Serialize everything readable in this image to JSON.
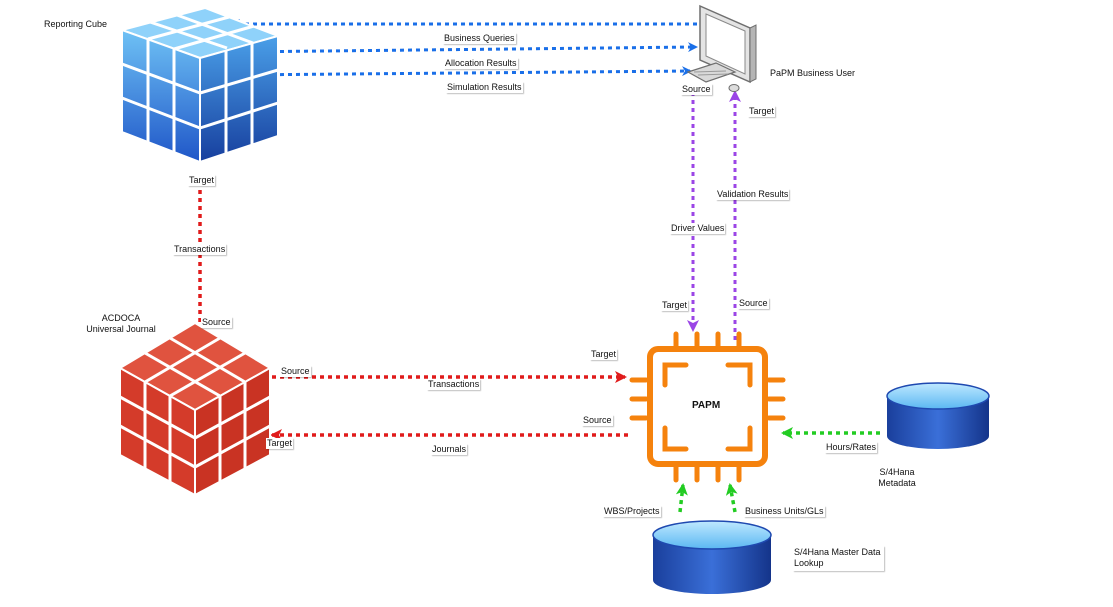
{
  "nodes": {
    "reporting_cube": "Reporting Cube",
    "acdoca_line1": "ACDOCA",
    "acdoca_line2": "Universal Journal",
    "papm": "PAPM",
    "business_user": "PaPM Business User",
    "s4_metadata_line1": "S/4Hana",
    "s4_metadata_line2": "Metadata",
    "s4_master_line1": "S/4Hana Master Data",
    "s4_master_line2": "Lookup"
  },
  "edges": {
    "business_queries": "Business Queries",
    "allocation_results": "Allocation Results",
    "simulation_results": "Simulation Results",
    "transactions_vertical": "Transactions",
    "transactions_horizontal": "Transactions",
    "journals": "Journals",
    "driver_values": "Driver Values",
    "validation_results": "Validation Results",
    "hours_rates": "Hours/Rates",
    "wbs_projects": "WBS/Projects",
    "business_units_gls": "Business Units/GLs"
  },
  "endpoints": {
    "cube_target": "Target",
    "acdoca_source": "Source",
    "acdoca_source_right": "Source",
    "acdoca_target": "Target",
    "papm_target_left": "Target",
    "papm_source_left": "Source",
    "papm_target_top": "Target",
    "papm_source_top": "Source",
    "user_source": "Source",
    "user_target": "Target"
  },
  "colors": {
    "blue_flow": "#1a6fe8",
    "red_flow": "#e01b1b",
    "purple_flow": "#9b45e6",
    "green_flow": "#22cc22",
    "papm_orange": "#f5820d",
    "red_cube": "#d8412f",
    "blue_cube": "#3d8ee6",
    "db_blue": "#1f49b0"
  }
}
